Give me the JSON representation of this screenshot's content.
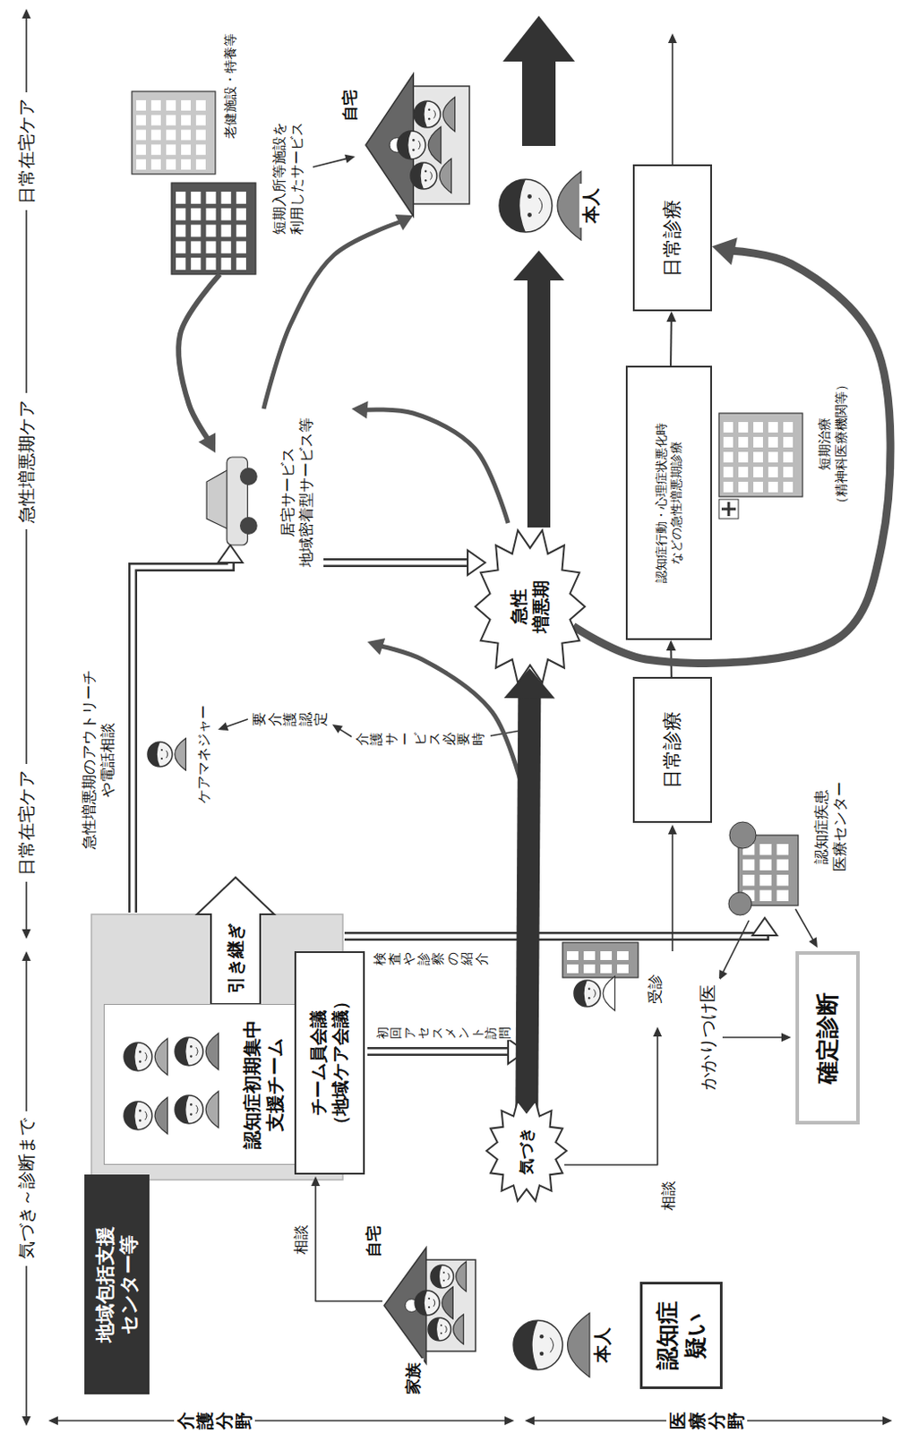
{
  "diagram": {
    "nodes": [
      {
        "text": [
          "地域包括支援 センター等"
        ]
      },
      {
        "text": [
          "認知症初期集中 支援チーム"
        ]
      },
      {
        "text": [
          "チーム員会議 （地域ケア会議）"
        ]
      },
      {
        "text": [
          "気づき"
        ]
      },
      {
        "text": [
          "認知症 疑い"
        ]
      },
      {
        "text": [
          "確定診断"
        ]
      },
      {
        "text": [
          "日常診療"
        ]
      },
      {
        "text": [
          "認知症行動・心理症状悪化時 などの急性増悪期診療"
        ]
      },
      {
        "text": [
          "日常診療"
        ]
      },
      {
        "text": [
          "急性 増悪期"
        ]
      }
    ],
    "edges": [
      {
        "from": 3,
        "to": 9,
        "arrow": "to"
      },
      {
        "from": 6,
        "to": 7,
        "arrow": "to"
      },
      {
        "from": 7,
        "to": 8,
        "arrow": "to"
      },
      {
        "from": 9,
        "to": 8,
        "arrow": "to"
      }
    ],
    "labels": [
      "気づき～診断まで",
      "日常在宅ケア",
      "急性増悪期ケア",
      "日常在宅ケア",
      "介護分野",
      "医療分野",
      "急性増悪期のアウトリーチ や電話相談",
      "引き継ぎ",
      "ケアマネジャー",
      "要介護認定",
      "介護サービス必要時",
      "居宅サービス 地域密着型サービス等",
      "短期入所等施設を 利用したサービス",
      "老健施設・特養等",
      "自宅",
      "本人",
      "相談",
      "自宅",
      "家族",
      "本人",
      "初回アセスメント訪問",
      "検査や診察の紹介",
      "相談",
      "受診",
      "かかりつけ医",
      "認知症疾患 医療センター",
      "短期治療 （精神科医療機関等）"
    ]
  }
}
